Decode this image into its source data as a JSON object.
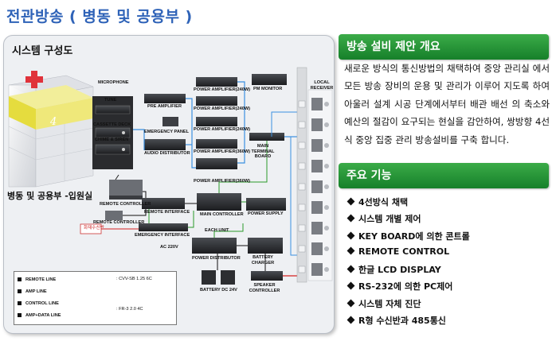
{
  "page_title": "전관방송 ( 병동 및 공용부 )",
  "diagram": {
    "panel_title": "시스템 구성도",
    "ward_label": "병동 및 공용부 -입원실",
    "building_floor_label": "4",
    "equipment": {
      "microphone": "MICROPHONE",
      "tune": "TUNE",
      "cassette_deck": "CASSETTE DECK",
      "chime_siren": "CHIME & SIREN",
      "pre_amplifier": "PRE AMPLIFIER",
      "emergency_panel": "EMERGENCY PANEL",
      "audio_distributor": "AUDIO DISTRIBUTOR",
      "power_amp_240_a": "POWER AMPLIFIER(240W)",
      "power_amp_240_b": "POWER AMPLIFIER(240W)",
      "power_amp_240_c": "POWER AMPLIFIER(240W)",
      "power_amp_360_a": "POWER AMPLIFIER(360W)",
      "power_amp_360_b": "POWER AMPLIFIER(360W)",
      "pm_monitor": "PM MONITOR",
      "main_terminal_board": "MAIN TERMINAL BOARD",
      "local_receiver": "LOCAL RECEIVER",
      "remote_controller": "REMOTE CONTROLLER",
      "remote_interface": "REMOTE INTERFACE",
      "main_controller": "MAIN CONTROLLER",
      "power_supply": "POWER SUPPLY",
      "remote_controller_2": "REMOTE CONTROLLER",
      "fire_receiver": "화재수신반",
      "emergency_interface": "EMERGENCY INTERFACE",
      "each_unit": "EACH UNIT",
      "ac_220v": "AC 220V",
      "power_distributor": "POWER DISTRIBUTOR",
      "battery_charger": "BATTERY CHARGER",
      "battery": "BATTERY DC 24V",
      "speaker_controller": "SPEAKER CONTROLLER"
    },
    "legend": {
      "remote_line": "REMOTE LINE",
      "amp_line": "AMP LINE",
      "control_line": "CONTROL LINE",
      "amp_data_line": "AMP+DATA LINE",
      "cable_spec_1": ": CVV-SB 1.25     6C",
      "cable_spec_2": ": FR-3  2.0 4C"
    }
  },
  "intro_section": {
    "title": "방송 설비 제안 개요",
    "text": "새로운 방식의 통신방법의 채택하여 중앙 관리실 에서 모든 방송 장비의 운용 및 관리가 이루어 지도록 하여 아울러 설계 시공 단계에서부터 배관 배선 의 축소와 예산의 절감이 요구되는 현실을 감안하여, 쌍방향 4선식 중앙 집중 관리 방송설비를 구축 합니다."
  },
  "features_section": {
    "title": "주요 기능",
    "items": [
      "4선방식 채택",
      "시스템 개별 제어",
      "KEY BOARD에 의한 콘트롤",
      "REMOTE CONTROL",
      "한글 LCD DISPLAY",
      "RS-232에 의한 PC제어",
      "시스템 자체 진단",
      "R형 수신반과 485통신"
    ]
  },
  "colors": {
    "title_blue": "#2f63b8",
    "header_green": "#1f9a34",
    "remote_line": "#111111",
    "amp_line": "#3a8fe0",
    "control_line": "#2a9a2a",
    "amp_data_line": "#d42020",
    "building_yellow": "#e8e05a",
    "cross_red": "#e0323a"
  }
}
